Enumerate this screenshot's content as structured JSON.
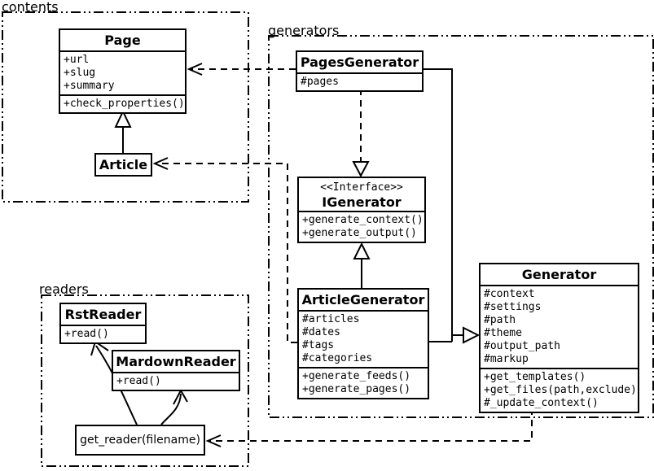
{
  "diagram": {
    "packages": {
      "contents": {
        "label": "contents"
      },
      "generators": {
        "label": "generators"
      },
      "readers": {
        "label": "readers"
      }
    },
    "classes": {
      "page": {
        "name": "Page",
        "attributes": [
          "+url",
          "+slug",
          "+summary"
        ],
        "methods": [
          "+check_properties()"
        ]
      },
      "article": {
        "name": "Article"
      },
      "pages_generator": {
        "name": "PagesGenerator",
        "attributes": [
          "#pages"
        ]
      },
      "igenerator": {
        "stereotype": "<<Interface>>",
        "name": "IGenerator",
        "methods": [
          "+generate_context()",
          "+generate_output()"
        ]
      },
      "article_generator": {
        "name": "ArticleGenerator",
        "attributes": [
          "#articles",
          "#dates",
          "#tags",
          "#categories"
        ],
        "methods": [
          "+generate_feeds()",
          "+generate_pages()"
        ]
      },
      "generator": {
        "name": "Generator",
        "attributes": [
          "#context",
          "#settings",
          "#path",
          "#theme",
          "#output_path",
          "#markup"
        ],
        "methods": [
          "+get_templates()",
          "+get_files(path,exclude)",
          "#_update_context()"
        ]
      },
      "rst_reader": {
        "name": "RstReader",
        "methods": [
          "+read()"
        ]
      },
      "mardown_reader": {
        "name": "MardownReader",
        "methods": [
          "+read()"
        ]
      },
      "get_reader": {
        "label": "get_reader(filename)"
      }
    },
    "relationships": [
      {
        "from": "Article",
        "to": "Page",
        "type": "generalization"
      },
      {
        "from": "PagesGenerator",
        "to": "Page",
        "type": "dependency"
      },
      {
        "from": "ArticleGenerator",
        "to": "Article",
        "type": "dependency"
      },
      {
        "from": "PagesGenerator",
        "to": "IGenerator",
        "type": "realization"
      },
      {
        "from": "ArticleGenerator",
        "to": "IGenerator",
        "type": "generalization"
      },
      {
        "from": "PagesGenerator",
        "to": "Generator",
        "type": "generalization"
      },
      {
        "from": "ArticleGenerator",
        "to": "Generator",
        "type": "generalization"
      },
      {
        "from": "Generator",
        "to": "get_reader(filename)",
        "type": "dependency"
      },
      {
        "from": "get_reader(filename)",
        "to": "RstReader",
        "type": "arrow"
      },
      {
        "from": "get_reader(filename)",
        "to": "MardownReader",
        "type": "arrow"
      }
    ],
    "colors": {
      "line": "#000000",
      "background": "#ffffff",
      "box_fill": "#ffffff"
    }
  }
}
